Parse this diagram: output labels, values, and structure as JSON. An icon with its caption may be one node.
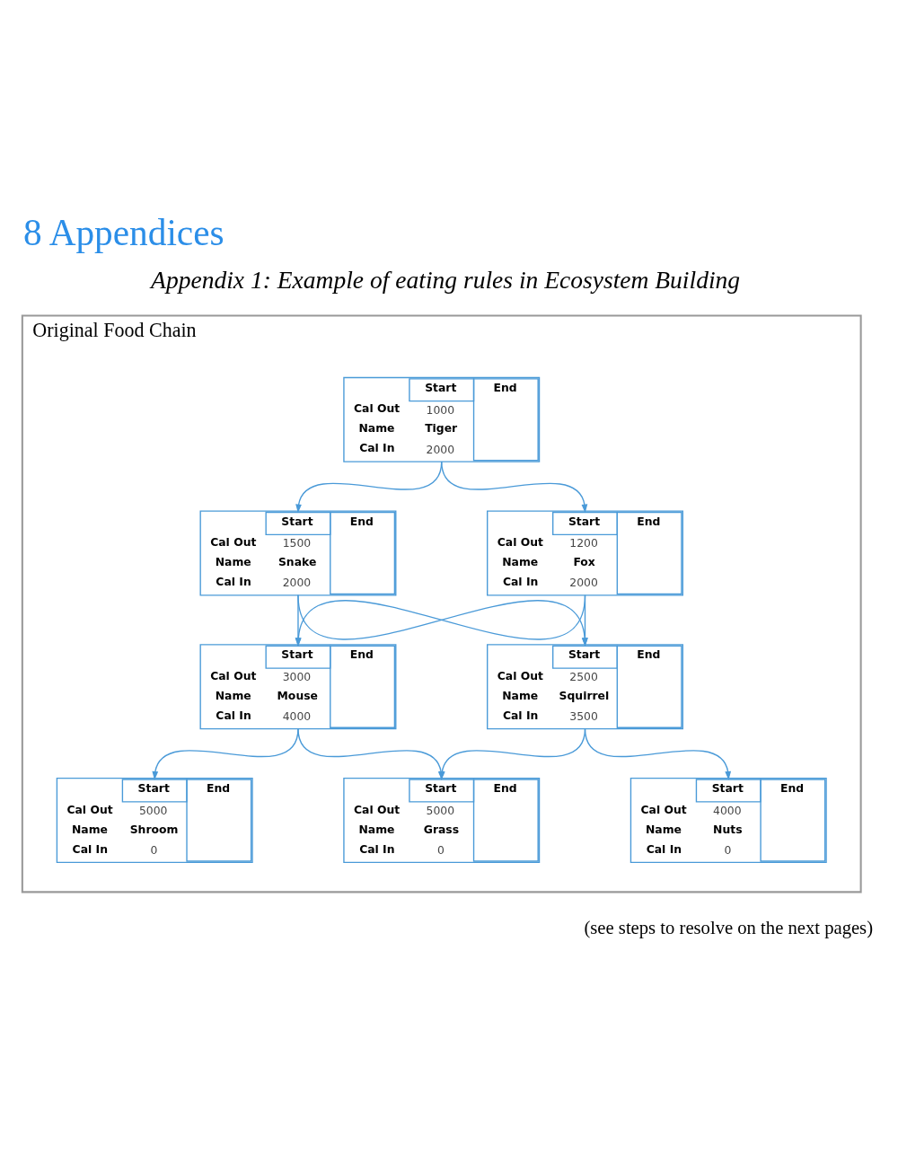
{
  "diagram": {
    "title": "8 Appendices",
    "caption": "(see steps to resolve on the next pages)",
    "nodes": [
      {
        "text": [
          "Original Food Chain"
        ]
      },
      {
        "text": [
          "Start",
          "End",
          "Cal Out",
          "1000",
          "Name",
          "Tiger",
          "Cal In",
          "2000"
        ],
        "in": 0
      },
      {
        "text": [
          "Start",
          "End",
          "Cal Out",
          "1500",
          "Name",
          "Snake",
          "Cal In",
          "2000"
        ],
        "in": 0
      },
      {
        "text": [
          "Start",
          "End",
          "Cal Out",
          "1200",
          "Name",
          "Fox",
          "Cal In",
          "2000"
        ],
        "in": 0
      },
      {
        "text": [
          "Start",
          "End",
          "Cal Out",
          "3000",
          "Name",
          "Mouse",
          "Cal In",
          "4000"
        ],
        "in": 0
      },
      {
        "text": [
          "Start",
          "End",
          "Cal Out",
          "2500",
          "Name",
          "Squirrel",
          "Cal In",
          "3500"
        ],
        "in": 0
      },
      {
        "text": [
          "Start",
          "End",
          "Cal Out",
          "5000",
          "Name",
          "Grass",
          "Cal In",
          "0"
        ],
        "in": 0
      },
      {
        "text": [
          "Start",
          "End",
          "Cal Out",
          "5000",
          "Name",
          "Shroom",
          "Cal In",
          "0"
        ],
        "in": 0
      },
      {
        "text": [
          "Start",
          "End",
          "Cal Out",
          "4000",
          "Name",
          "Nuts",
          "Cal In",
          "0"
        ],
        "in": 0
      }
    ],
    "edges": [
      {
        "from": 1,
        "to": 2,
        "arrow": "to"
      },
      {
        "from": 1,
        "to": 3,
        "arrow": "to"
      },
      {
        "from": 2,
        "to": 4,
        "arrow": "to"
      },
      {
        "from": 2,
        "to": 5,
        "arrow": "to"
      },
      {
        "from": 3,
        "to": 4,
        "arrow": "to"
      },
      {
        "from": 3,
        "to": 5,
        "arrow": "to"
      },
      {
        "from": 4,
        "to": 6,
        "arrow": "to"
      },
      {
        "from": 4,
        "to": 7,
        "arrow": "to"
      },
      {
        "from": 5,
        "to": 6,
        "arrow": "to"
      },
      {
        "from": 5,
        "to": 8,
        "arrow": "to"
      }
    ],
    "labels": [
      "Appendix 1: Example of eating rules in Ecosystem Building"
    ]
  }
}
